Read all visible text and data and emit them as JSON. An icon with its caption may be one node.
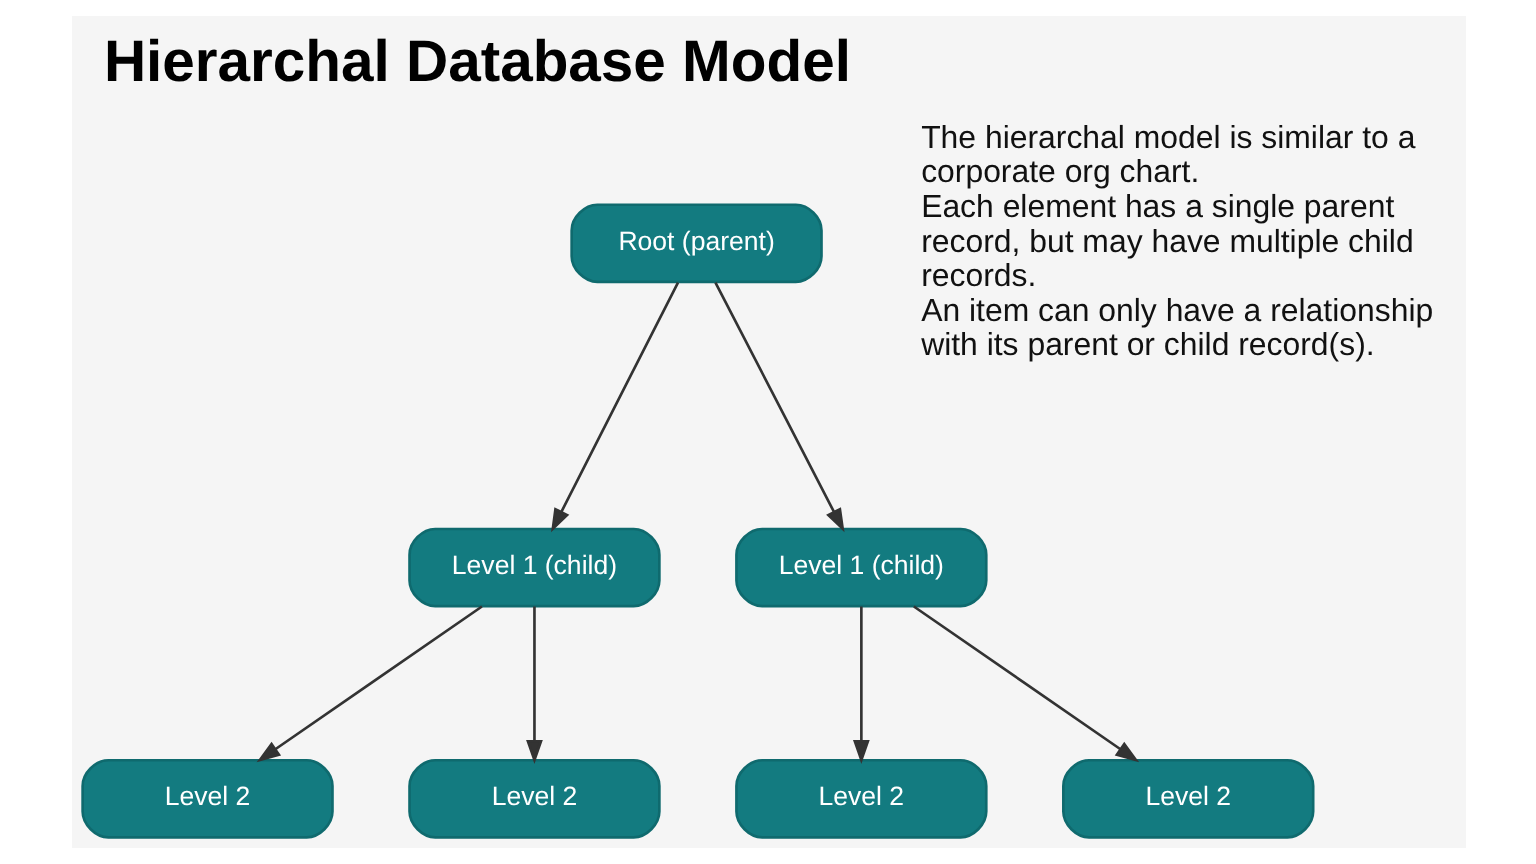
{
  "diagram": {
    "title": "Hierarchal Database Model",
    "nodes": [
      {
        "text": [
          "Root (parent)"
        ]
      },
      {
        "text": [
          "Level 1 (child)"
        ]
      },
      {
        "text": [
          "Level 1 (child)"
        ]
      },
      {
        "text": [
          "Level 2"
        ]
      },
      {
        "text": [
          "Level 2"
        ]
      },
      {
        "text": [
          "Level 2"
        ]
      },
      {
        "text": [
          "Level 2"
        ]
      }
    ],
    "edges": [
      {
        "from": 0,
        "to": 1,
        "arrow": "to"
      },
      {
        "from": 0,
        "to": 2,
        "arrow": "to"
      },
      {
        "from": 1,
        "to": 3,
        "arrow": "to"
      },
      {
        "from": 1,
        "to": 4,
        "arrow": "to"
      },
      {
        "from": 2,
        "to": 5,
        "arrow": "to"
      },
      {
        "from": 2,
        "to": 6,
        "arrow": "to"
      }
    ],
    "labels": [
      "The hierarchal model is similar to a corporate org chart.",
      "Each element has a single parent record, but may have multiple child records.",
      "An item can only have a relationship with its parent or child record(s)."
    ]
  }
}
